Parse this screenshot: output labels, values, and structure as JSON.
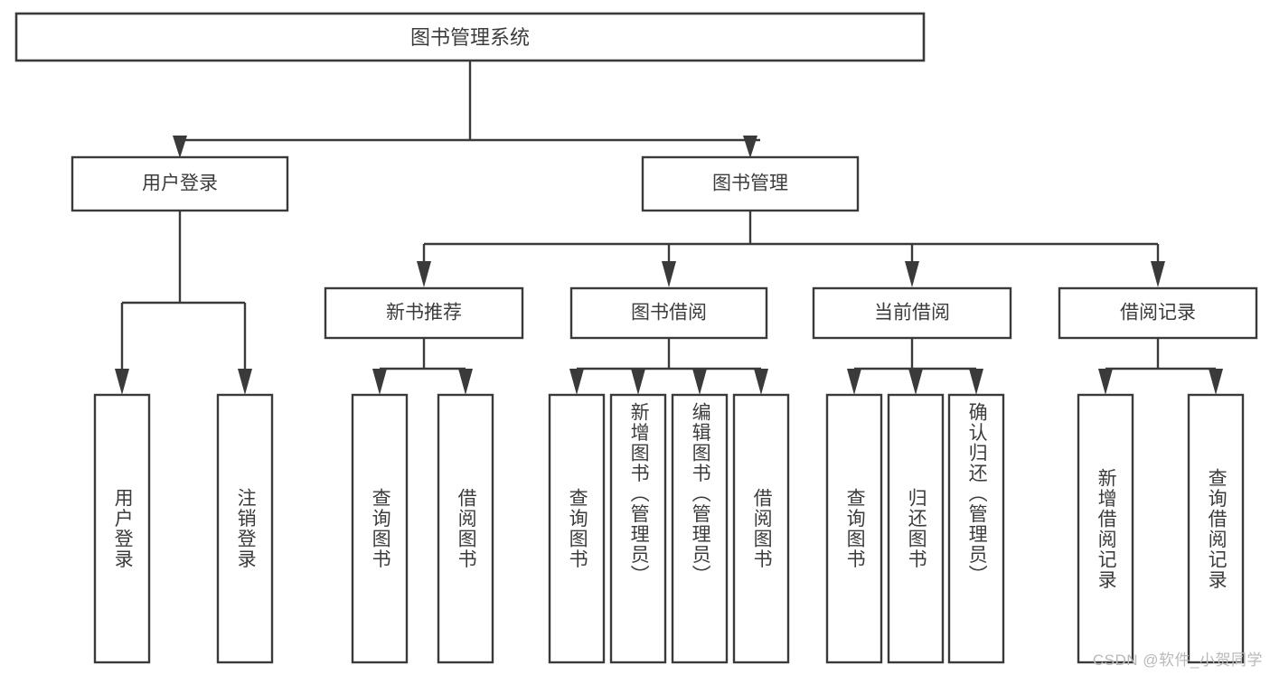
{
  "diagram": {
    "title": "图书管理系统",
    "type": "tree-hierarchy",
    "orientation": "top-down",
    "background_color": "#ffffff",
    "line_color": "#3a3a3a",
    "text_color": "#3c3c3c",
    "box_fill": "#ffffff"
  },
  "root": {
    "label": "图书管理系统"
  },
  "level2": {
    "user_login": {
      "label": "用户登录"
    },
    "book_manage": {
      "label": "图书管理"
    }
  },
  "level3": {
    "new_book_recommend": {
      "label": "新书推荐"
    },
    "book_borrow": {
      "label": "图书借阅"
    },
    "current_borrow": {
      "label": "当前借阅"
    },
    "borrow_record": {
      "label": "借阅记录"
    }
  },
  "leaves": {
    "user_login": [
      {
        "label": "用户登录"
      },
      {
        "label": "注销登录"
      }
    ],
    "new_book_recommend": [
      {
        "label": "查询图书"
      },
      {
        "label": "借阅图书"
      }
    ],
    "book_borrow": [
      {
        "label": "查询图书"
      },
      {
        "label": "新增图书（管理员）"
      },
      {
        "label": "编辑图书（管理员）"
      },
      {
        "label": "借阅图书"
      }
    ],
    "current_borrow": [
      {
        "label": "查询图书"
      },
      {
        "label": "归还图书"
      },
      {
        "label": "确认归还（管理员）"
      }
    ],
    "borrow_record": [
      {
        "label": "新增借阅记录"
      },
      {
        "label": "查询借阅记录"
      }
    ]
  },
  "watermark": {
    "text": "CSDN @软件_小贺同学"
  }
}
